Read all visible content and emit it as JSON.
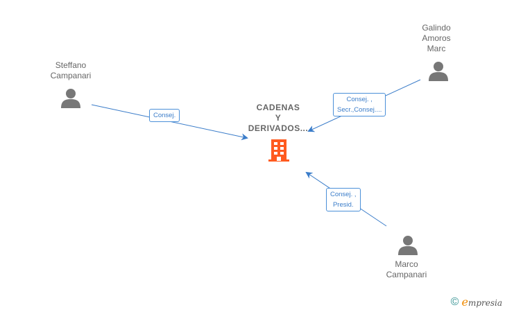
{
  "company": {
    "name": "CADENAS\nY\nDERIVADOS...",
    "icon": "building-icon",
    "color": "#ff5a1f"
  },
  "persons": [
    {
      "name": "Steffano\nCampanari",
      "icon": "person-icon"
    },
    {
      "name": "Galindo\nAmoros\nMarc",
      "icon": "person-icon"
    },
    {
      "name": "Marco\nCampanari",
      "icon": "person-icon"
    }
  ],
  "relations": [
    {
      "from": "Steffano Campanari",
      "label": "Consej."
    },
    {
      "from": "Galindo Amoros Marc",
      "label": "Consej. ,\nSecr.,Consej...."
    },
    {
      "from": "Marco Campanari",
      "label": "Consej. ,\nPresid."
    }
  ],
  "footer": {
    "copyright": "©",
    "brand_e": "e",
    "brand_rest": "mpresia"
  },
  "colors": {
    "edge": "#3a7cc9",
    "person": "#777777",
    "text": "#666666"
  }
}
